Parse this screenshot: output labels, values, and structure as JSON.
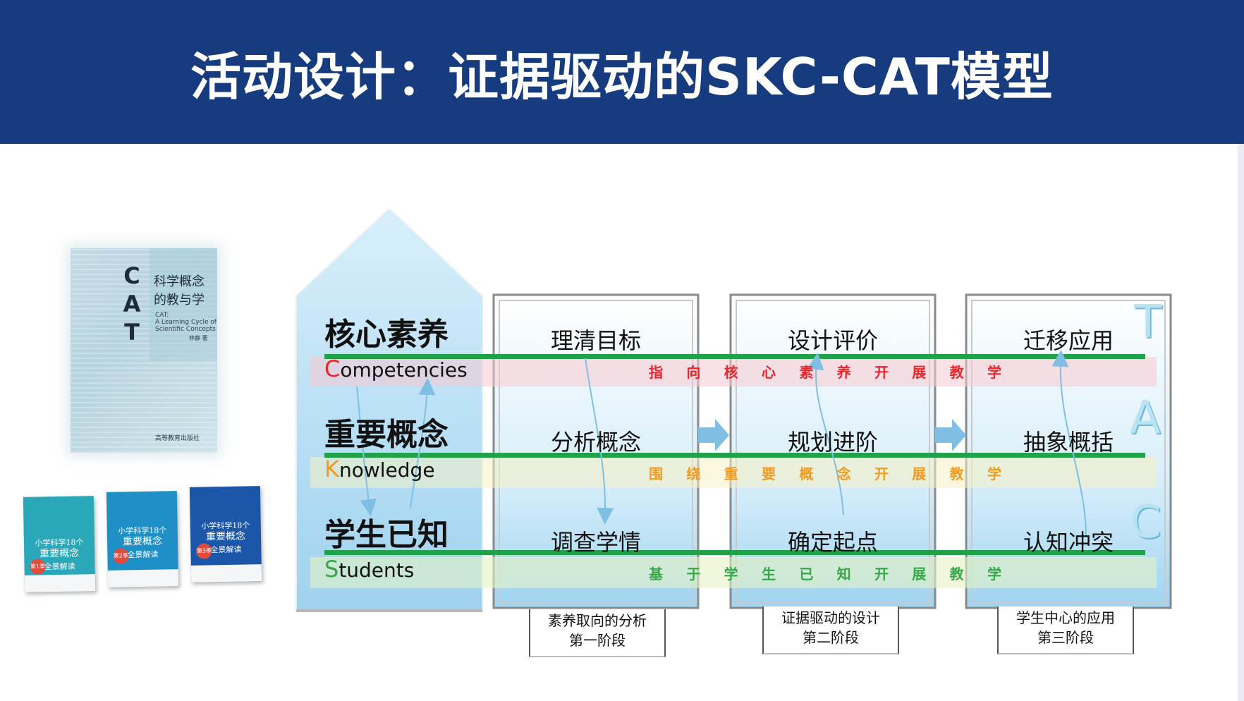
{
  "title": "活动设计：证据驱动的SKC-CAT模型",
  "books": {
    "big": {
      "spine": [
        "C",
        "A",
        "T"
      ],
      "title_lines": [
        "科学概念",
        "的教与学"
      ],
      "subtitle_lines": [
        "CAT:",
        "A Learning Cycle of",
        "Scientific Concepts"
      ],
      "author": "林静 著",
      "publisher": "高等教育出版社"
    },
    "small": [
      {
        "color": "#2aa7b8",
        "lines": [
          "小学科学18个",
          "重要概念",
          "全景解读"
        ],
        "badge": "第1季"
      },
      {
        "color": "#1f8fc7",
        "lines": [
          "小学科学18个",
          "重要概念",
          "全景解读"
        ],
        "badge": "第2季"
      },
      {
        "color": "#1c56a9",
        "lines": [
          "小学科学18个",
          "重要概念",
          "全景解读"
        ],
        "badge": "第3季"
      }
    ]
  },
  "rows": [
    {
      "cn": "核心素养",
      "en_first": "C",
      "en_rest": "ompetencies",
      "first_color": "#e8262b",
      "band_color": "#e8262b",
      "band_chars": [
        "指",
        "向",
        "核",
        "心",
        "素",
        "养",
        "开",
        "展",
        "教",
        "学"
      ]
    },
    {
      "cn": "重要概念",
      "en_first": "K",
      "en_rest": "nowledge",
      "first_color": "#f29a1d",
      "band_color": "#f29a1d",
      "band_chars": [
        "围",
        "绕",
        "重",
        "要",
        "概",
        "念",
        "开",
        "展",
        "教",
        "学"
      ]
    },
    {
      "cn": "学生已知",
      "en_first": "S",
      "en_rest": "tudents",
      "first_color": "#36a848",
      "band_color": "#36a848",
      "band_chars": [
        "基",
        "于",
        "学",
        "生",
        "已",
        "知",
        "开",
        "展",
        "教",
        "学"
      ]
    }
  ],
  "stages": [
    {
      "cells": [
        "理清目标",
        "分析概念",
        "调查学情"
      ],
      "phase_lines": [
        "素养取向的分析",
        "第一阶段"
      ]
    },
    {
      "cells": [
        "设计评价",
        "规划进阶",
        "确定起点"
      ],
      "phase_lines": [
        "证据驱动的设计",
        "第二阶段"
      ]
    },
    {
      "cells": [
        "迁移应用",
        "抽象概括",
        "认知冲突"
      ],
      "phase_lines": [
        "学生中心的应用",
        "第三阶段"
      ]
    }
  ],
  "tac": [
    "T",
    "A",
    "C"
  ],
  "colors": {
    "header": "#163b7f",
    "green_line": "#21a24a",
    "box_blue": "#a8d7ef"
  }
}
